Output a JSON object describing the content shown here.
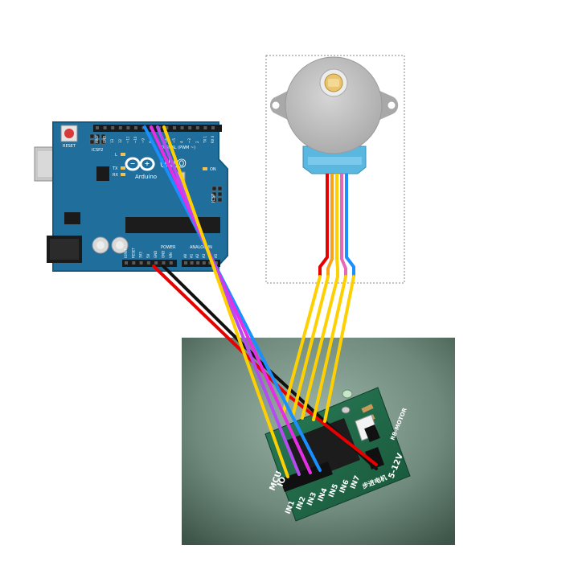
{
  "arduino": {
    "brand": "Arduino",
    "model": "UNO",
    "reset_label": "RESET",
    "icsp2_label": "ICSP2",
    "icsp_label": "ICSP",
    "led_l": "L",
    "led_tx": "TX",
    "led_rx": "RX",
    "on_label": "ON",
    "digital_label": "DIGITAL (PWM ~)",
    "power_label": "POWER",
    "analog_label": "ANALOG IN",
    "header_top_labels": [
      "AREF",
      "GND",
      "13",
      "12",
      "~11",
      "~10",
      "~9",
      "8",
      "7",
      "~6",
      "~5",
      "4",
      "~3",
      "2",
      "TX 1",
      "RX 0"
    ],
    "header_power_labels": [
      "IOREF",
      "RESET",
      "3V3",
      "5V",
      "GND",
      "GND",
      "VIN"
    ],
    "header_analog_labels": [
      "A0",
      "A1",
      "A2",
      "A3",
      "A4",
      "A5"
    ]
  },
  "driver": {
    "mcu_label": "MCU",
    "mcu_sub": "IO",
    "inputs": [
      "IN1",
      "IN2",
      "IN3",
      "IN4",
      "IN5",
      "IN6",
      "IN7"
    ],
    "voltage_label": "5-12V",
    "model_label": "RB-MOTOR",
    "chinese_label": "步进电机"
  },
  "colors": {
    "board_blue": "#1f6e9c",
    "board_dark": "#155a82",
    "pcb_green": "#1f6b4a",
    "photo_bg": "#7c978a",
    "motor_gray": "#b9b9b9",
    "motor_hub": "#e8c56c",
    "motor_base": "#5ab8e0",
    "wire_yellow": "#ffd000",
    "wire_violet": "#b44cf2",
    "wire_magenta": "#e62ee6",
    "wire_blue": "#1a8fff",
    "wire_red": "#e60000",
    "wire_black": "#111111",
    "wire_orange": "#f7a21b"
  }
}
